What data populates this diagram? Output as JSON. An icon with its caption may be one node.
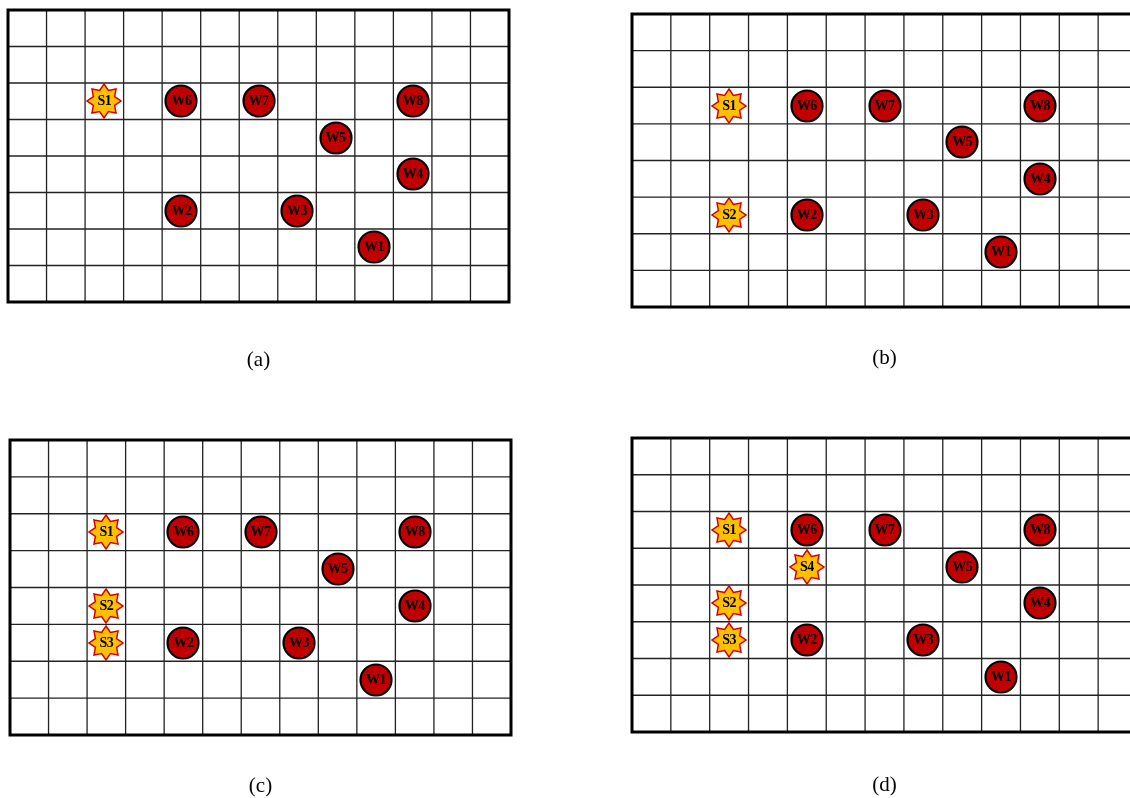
{
  "diagram": {
    "nodes": [
      {
        "text": [
          "(a)"
        ]
      },
      {
        "text": [
          "S1"
        ],
        "in": 0
      },
      {
        "text": [
          "W6"
        ],
        "in": 0
      },
      {
        "text": [
          "W7"
        ],
        "in": 0
      },
      {
        "text": [
          "W8"
        ],
        "in": 0
      },
      {
        "text": [
          "W5"
        ],
        "in": 0
      },
      {
        "text": [
          "W4"
        ],
        "in": 0
      },
      {
        "text": [
          "W2"
        ],
        "in": 0
      },
      {
        "text": [
          "W3"
        ],
        "in": 0
      },
      {
        "text": [
          "W1"
        ],
        "in": 0
      },
      {
        "text": [
          "(b)"
        ]
      },
      {
        "text": [
          "S1"
        ],
        "in": 10
      },
      {
        "text": [
          "W6"
        ],
        "in": 10
      },
      {
        "text": [
          "W7"
        ],
        "in": 10
      },
      {
        "text": [
          "W8"
        ],
        "in": 10
      },
      {
        "text": [
          "W5"
        ],
        "in": 10
      },
      {
        "text": [
          "W4"
        ],
        "in": 10
      },
      {
        "text": [
          "S2"
        ],
        "in": 10
      },
      {
        "text": [
          "W2"
        ],
        "in": 10
      },
      {
        "text": [
          "W3"
        ],
        "in": 10
      },
      {
        "text": [
          "W1"
        ],
        "in": 10
      },
      {
        "text": [
          "(c)"
        ]
      },
      {
        "text": [
          "S1"
        ],
        "in": 21
      },
      {
        "text": [
          "W6"
        ],
        "in": 21
      },
      {
        "text": [
          "W7"
        ],
        "in": 21
      },
      {
        "text": [
          "W8"
        ],
        "in": 21
      },
      {
        "text": [
          "W5"
        ],
        "in": 21
      },
      {
        "text": [
          "S2"
        ],
        "in": 21
      },
      {
        "text": [
          "W4"
        ],
        "in": 21
      },
      {
        "text": [
          "S3"
        ],
        "in": 21
      },
      {
        "text": [
          "W2"
        ],
        "in": 21
      },
      {
        "text": [
          "W3"
        ],
        "in": 21
      },
      {
        "text": [
          "W1"
        ],
        "in": 21
      },
      {
        "text": [
          "(d)"
        ]
      },
      {
        "text": [
          "S1"
        ],
        "in": 33
      },
      {
        "text": [
          "W6"
        ],
        "in": 33
      },
      {
        "text": [
          "W7"
        ],
        "in": 33
      },
      {
        "text": [
          "W8"
        ],
        "in": 33
      },
      {
        "text": [
          "S4"
        ],
        "in": 33
      },
      {
        "text": [
          "W5"
        ],
        "in": 33
      },
      {
        "text": [
          "S2"
        ],
        "in": 33
      },
      {
        "text": [
          "W4"
        ],
        "in": 33
      },
      {
        "text": [
          "S3"
        ],
        "in": 33
      },
      {
        "text": [
          "W2"
        ],
        "in": 33
      },
      {
        "text": [
          "W3"
        ],
        "in": 33
      },
      {
        "text": [
          "W1"
        ],
        "in": 33
      }
    ]
  }
}
